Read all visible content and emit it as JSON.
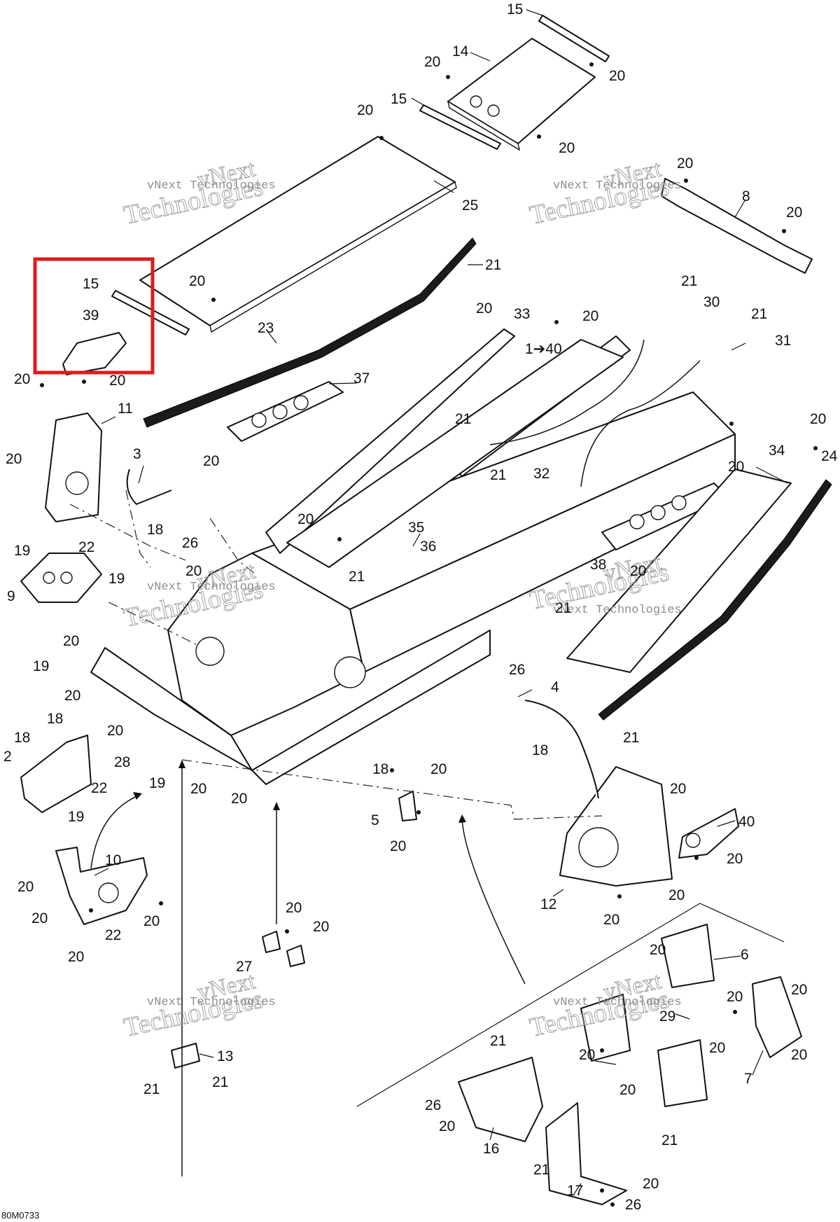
{
  "drawing_code": "80M0733",
  "watermark": {
    "line1": "vNext Technologies",
    "line2": "vNext",
    "line3": "Technologies"
  },
  "highlight_color": "#e01b1b",
  "callouts": {
    "c15a": "15",
    "c14": "14",
    "c20a": "20",
    "c20b": "20",
    "c15b": "15",
    "c20c": "20",
    "c20d": "20",
    "c25": "25",
    "c20e": "20",
    "c8": "8",
    "c20f": "20",
    "c21a": "21",
    "c20g": "20",
    "c23": "23",
    "c15c": "15",
    "c39": "39",
    "c20h": "20",
    "c20i": "20",
    "c21b": "21",
    "c30": "30",
    "c21c": "21",
    "c31": "31",
    "c20j": "20",
    "c33": "33",
    "c140": "1➔40",
    "c20k": "20",
    "c37": "37",
    "c11": "11",
    "c20l": "20",
    "c3": "3",
    "c20m": "20",
    "c21d": "21",
    "c21e": "21",
    "c32": "32",
    "c20n": "20",
    "c20o": "20",
    "c34": "34",
    "c24": "24",
    "c18a": "18",
    "c26a": "26",
    "c20p": "20",
    "c35": "35",
    "c36": "36",
    "c20q": "20",
    "c19a": "19",
    "c22a": "22",
    "c19b": "19",
    "c9": "9",
    "c21f": "21",
    "c38": "38",
    "c20r": "20",
    "c21g": "21",
    "c20s": "20",
    "c19c": "19",
    "c20t": "20",
    "c26b": "26",
    "c4": "4",
    "c18b": "18",
    "c18c": "18",
    "c20u": "20",
    "c28": "28",
    "c2": "2",
    "c22b": "22",
    "c19d": "19",
    "c19e": "19",
    "c20v": "20",
    "c18d": "18",
    "c20w": "20",
    "c20x": "20",
    "c21h": "21",
    "c5": "5",
    "c20y": "20",
    "c20z": "20",
    "c40": "40",
    "c20aa": "20",
    "c20ab": "20",
    "c10": "10",
    "c20ac": "20",
    "c20ad": "20",
    "c20ae": "20",
    "c22c": "22",
    "c20af": "20",
    "c12": "12",
    "c20ag": "20",
    "c20ah": "20",
    "c20ai": "20",
    "c27": "27",
    "c20aj": "20",
    "c6": "6",
    "c20ak": "20",
    "c20al": "20",
    "c29": "29",
    "c20am": "20",
    "c20an": "20",
    "c7": "7",
    "c20ao": "20",
    "c20ap": "20",
    "c13": "13",
    "c21i": "21",
    "c21j": "21",
    "c21k": "21",
    "c26c": "26",
    "c20aq": "20",
    "c16": "16",
    "c21l": "21",
    "c21m": "21",
    "c17": "17",
    "c20ar": "20",
    "c26d": "26"
  }
}
